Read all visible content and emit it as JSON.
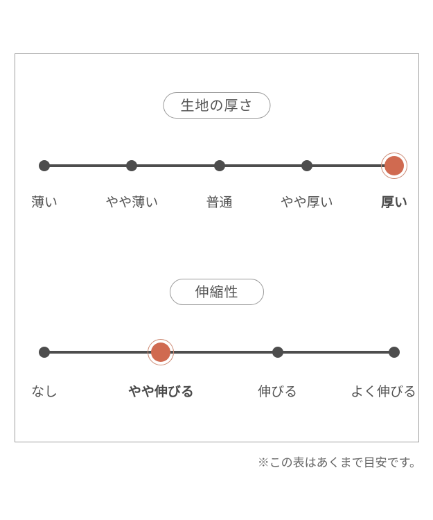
{
  "page": {
    "note": "※この表はあくまで目安です。"
  },
  "colors": {
    "accent": "#d06a50",
    "accent_ring": "#cd8a74",
    "track": "#4d4d4d",
    "label": "#525252",
    "frame_border": "#9e9e9e"
  },
  "chart_data": [
    {
      "type": "rating-scale",
      "title": "生地の厚さ",
      "categories": [
        "薄い",
        "やや薄い",
        "普通",
        "やや厚い",
        "厚い"
      ],
      "selected": "厚い",
      "selected_index": 4,
      "num_levels": 5,
      "marker": "filled-dot-with-ring"
    },
    {
      "type": "rating-scale",
      "title": "伸縮性",
      "categories": [
        "なし",
        "やや伸びる",
        "伸びる",
        "よく伸びる"
      ],
      "selected": "やや伸びる",
      "selected_index": 1,
      "num_levels": 4,
      "marker": "filled-dot-with-ring"
    }
  ]
}
